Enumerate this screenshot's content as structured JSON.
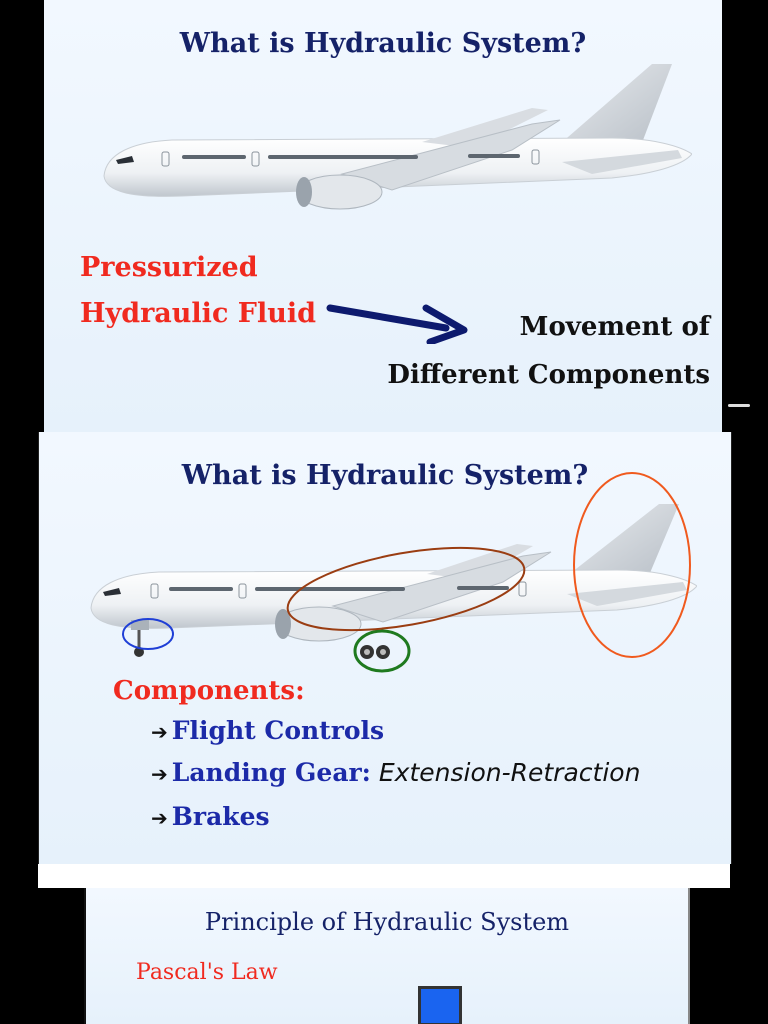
{
  "slide1": {
    "title": "What is Hydraulic System?",
    "input_line1": "Pressurized",
    "input_line2": "Hydraulic Fluid",
    "output_line1": "Movement of",
    "output_line2": "Different Components",
    "arrow_icon": "right-arrow-icon"
  },
  "slide2": {
    "title": "What is Hydraulic System?",
    "components_heading": "Components:",
    "items": [
      {
        "label": "Flight Controls",
        "detail": ""
      },
      {
        "label": "Landing Gear:",
        "detail": "Extension-Retraction"
      },
      {
        "label": "Brakes",
        "detail": ""
      }
    ],
    "highlight_colors": {
      "nose_gear": "#1f3fd6",
      "main_gear": "#1f7a1f",
      "wing": "#9a3d12",
      "tail": "#f05a1e"
    }
  },
  "slide3": {
    "title": "Principle of Hydraulic System",
    "law": "Pascal's Law",
    "piston_color": "#1a64f0"
  },
  "colors": {
    "title": "#152268",
    "red": "#f02a1f",
    "navy": "#1c2aa8"
  }
}
